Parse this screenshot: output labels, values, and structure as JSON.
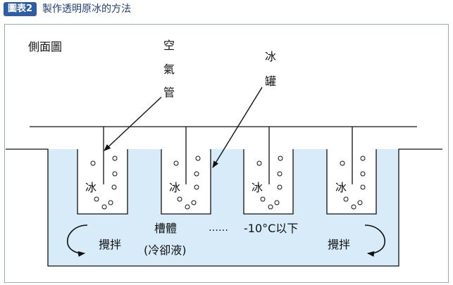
{
  "caption": {
    "badge": "圖表2",
    "title": "製作透明原冰的方法"
  },
  "diagram": {
    "view_label": "側面圖",
    "air_pipe_label": [
      "空",
      "氣",
      "管"
    ],
    "can_label": [
      "冰",
      "罐"
    ],
    "ice_label": "冰",
    "stir_left": "攪拌",
    "stir_right": "攪拌",
    "tank_label": "槽體",
    "coolant_label": "(冷卻液)",
    "ellipsis": "……",
    "temperature": "-10°C以下"
  },
  "colors": {
    "badge": "#2e5da8",
    "caption_text": "#1f3f77",
    "coolant": "#d7ebf8",
    "line": "#111111"
  }
}
